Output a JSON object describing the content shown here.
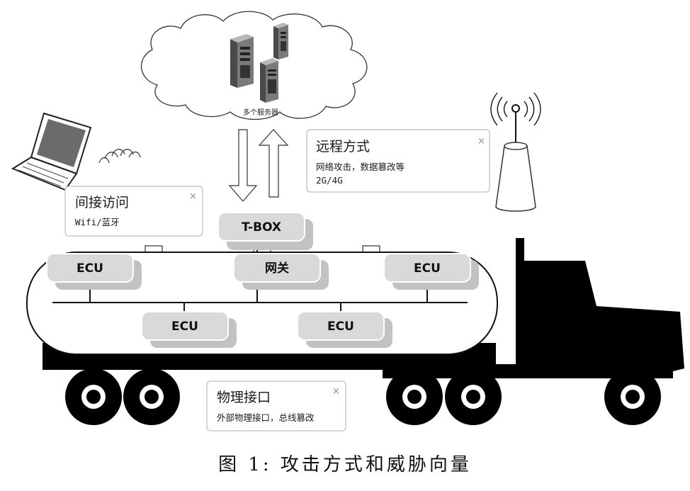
{
  "cloud": {
    "label": "多个服务器"
  },
  "remote": {
    "title": "远程方式",
    "line1": "网络攻击，数据篡改等",
    "line2": "2G/4G",
    "close": "×"
  },
  "indirect": {
    "title": "间接访问",
    "line1": "Wifi/蓝牙",
    "close": "×"
  },
  "physical": {
    "title": "物理接口",
    "line1": "外部物理接口，总线篡改",
    "close": "×"
  },
  "tbox": {
    "label": "T-BOX"
  },
  "gateway": {
    "label": "网关"
  },
  "ecus": [
    "ECU",
    "ECU",
    "ECU",
    "ECU"
  ],
  "caption": "图 1: 攻击方式和威胁向量",
  "colors": {
    "node_fill": "#d9d9d9",
    "node_shadow": "#c2c2c2",
    "truck": "#000000",
    "tank_stroke": "#111111"
  },
  "icons": [
    "server-icon",
    "laptop-icon",
    "wifi-waves-icon",
    "antenna-tower-icon",
    "truck-icon"
  ]
}
